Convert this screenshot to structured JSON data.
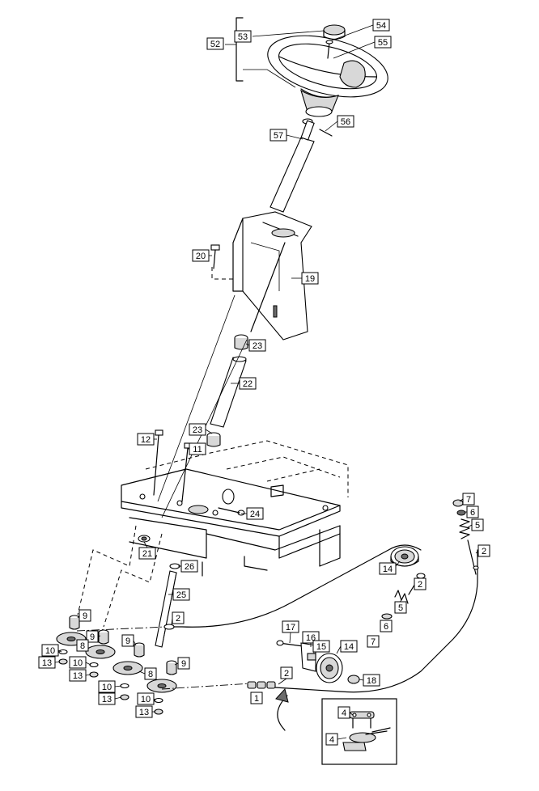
{
  "callouts": [
    {
      "id": "c53",
      "text": "53"
    },
    {
      "id": "c54",
      "text": "54"
    },
    {
      "id": "c52",
      "text": "52"
    },
    {
      "id": "c55",
      "text": "55"
    },
    {
      "id": "c56",
      "text": "56"
    },
    {
      "id": "c57",
      "text": "57"
    },
    {
      "id": "c20",
      "text": "20"
    },
    {
      "id": "c19",
      "text": "19"
    },
    {
      "id": "c23a",
      "text": "23"
    },
    {
      "id": "c22",
      "text": "22"
    },
    {
      "id": "c12",
      "text": "12"
    },
    {
      "id": "c23b",
      "text": "23"
    },
    {
      "id": "c11",
      "text": "11"
    },
    {
      "id": "c24",
      "text": "24"
    },
    {
      "id": "c21",
      "text": "21"
    },
    {
      "id": "c26",
      "text": "26"
    },
    {
      "id": "c25",
      "text": "25"
    },
    {
      "id": "c7a",
      "text": "7"
    },
    {
      "id": "c6a",
      "text": "6"
    },
    {
      "id": "c5a",
      "text": "5"
    },
    {
      "id": "c2a",
      "text": "2"
    },
    {
      "id": "c14a",
      "text": "14"
    },
    {
      "id": "c2b",
      "text": "2"
    },
    {
      "id": "c5b",
      "text": "5"
    },
    {
      "id": "c6b",
      "text": "6"
    },
    {
      "id": "c7b",
      "text": "7"
    },
    {
      "id": "c9a",
      "text": "9"
    },
    {
      "id": "c2c",
      "text": "2"
    },
    {
      "id": "c9b",
      "text": "9"
    },
    {
      "id": "c8a",
      "text": "8"
    },
    {
      "id": "c10a",
      "text": "10"
    },
    {
      "id": "c13a",
      "text": "13"
    },
    {
      "id": "c9c",
      "text": "9"
    },
    {
      "id": "c10b",
      "text": "10"
    },
    {
      "id": "c13b",
      "text": "13"
    },
    {
      "id": "c8b",
      "text": "8"
    },
    {
      "id": "c9d",
      "text": "9"
    },
    {
      "id": "c10c",
      "text": "10"
    },
    {
      "id": "c13c",
      "text": "13"
    },
    {
      "id": "c10d",
      "text": "10"
    },
    {
      "id": "c13d",
      "text": "13"
    },
    {
      "id": "c17",
      "text": "17"
    },
    {
      "id": "c16",
      "text": "16"
    },
    {
      "id": "c15",
      "text": "15"
    },
    {
      "id": "c14b",
      "text": "14"
    },
    {
      "id": "c18",
      "text": "18"
    },
    {
      "id": "c2d",
      "text": "2"
    },
    {
      "id": "c1",
      "text": "1"
    },
    {
      "id": "c4a",
      "text": "4"
    },
    {
      "id": "c4b",
      "text": "4"
    }
  ]
}
